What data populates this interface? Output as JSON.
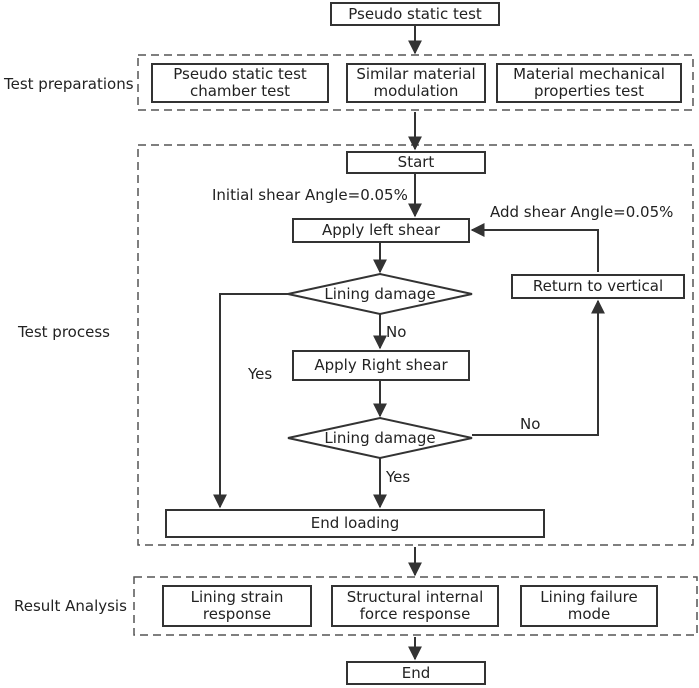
{
  "nodes": {
    "pseudo_static_test": "Pseudo static test",
    "chamber_test": "Pseudo static test\nchamber test",
    "similar_material": "Similar material\nmodulation",
    "material_mechanical": "Material mechanical\nproperties test",
    "start": "Start",
    "apply_left_shear": "Apply left shear",
    "lining_damage_1": "Lining damage",
    "return_to_vertical": "Return to vertical",
    "apply_right_shear": "Apply Right shear",
    "lining_damage_2": "Lining damage",
    "end_loading": "End loading",
    "lining_strain": "Lining strain\nresponse",
    "structural_internal": "Structural internal\nforce response",
    "lining_failure": "Lining failure\nmode",
    "end": "End"
  },
  "groups": {
    "test_preparations": "Test preparations",
    "test_process": "Test process",
    "result_analysis": "Result Analysis"
  },
  "edge_labels": {
    "initial_shear": "Initial shear Angle=0.05%",
    "add_shear": "Add shear Angle=0.05%",
    "no_1": "No",
    "yes_1": "Yes",
    "no_2": "No",
    "yes_2": "Yes"
  }
}
